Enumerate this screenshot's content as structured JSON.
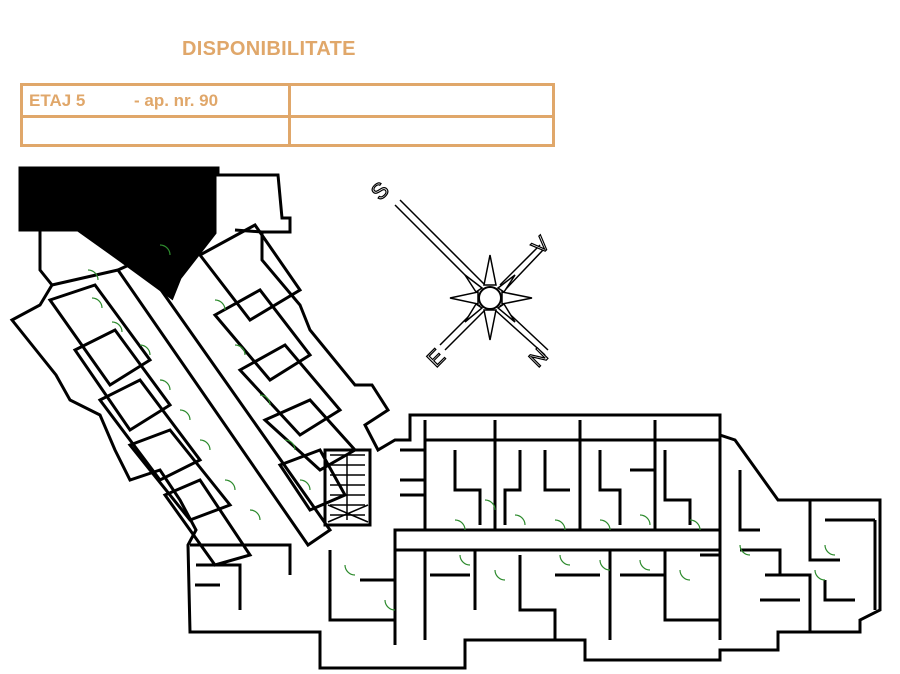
{
  "title": "DISPONIBILITATE",
  "info_table": {
    "floor": "ETAJ 5",
    "apartment": "- ap. nr. 90",
    "cell_top_right": "",
    "cell_bottom_left": "",
    "cell_bottom_right": ""
  },
  "compass": {
    "south": "S",
    "east": "E",
    "north": "N",
    "west": "V"
  },
  "colors": {
    "accent": "#e0a76a",
    "walls": "#000000",
    "doors": "#2e8b2e",
    "background": "#ffffff"
  }
}
